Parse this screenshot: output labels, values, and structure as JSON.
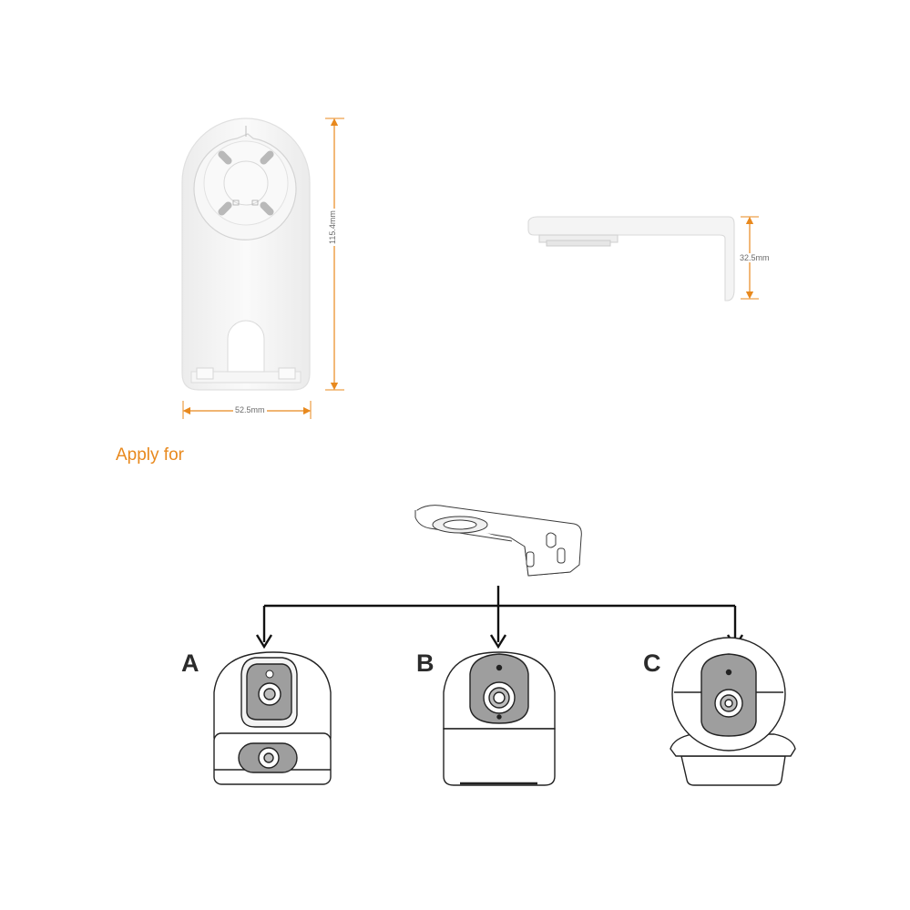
{
  "dimensions": {
    "width": "52.5mm",
    "height": "115.4mm",
    "depth": "32.5mm"
  },
  "apply_title": "Apply for",
  "options": [
    {
      "label": "A"
    },
    {
      "label": "B"
    },
    {
      "label": "C"
    }
  ],
  "colors": {
    "accent": "#e8891e",
    "outline": "#222222",
    "bracket": "#f4f4f4",
    "lens": "#9e9e9e"
  }
}
